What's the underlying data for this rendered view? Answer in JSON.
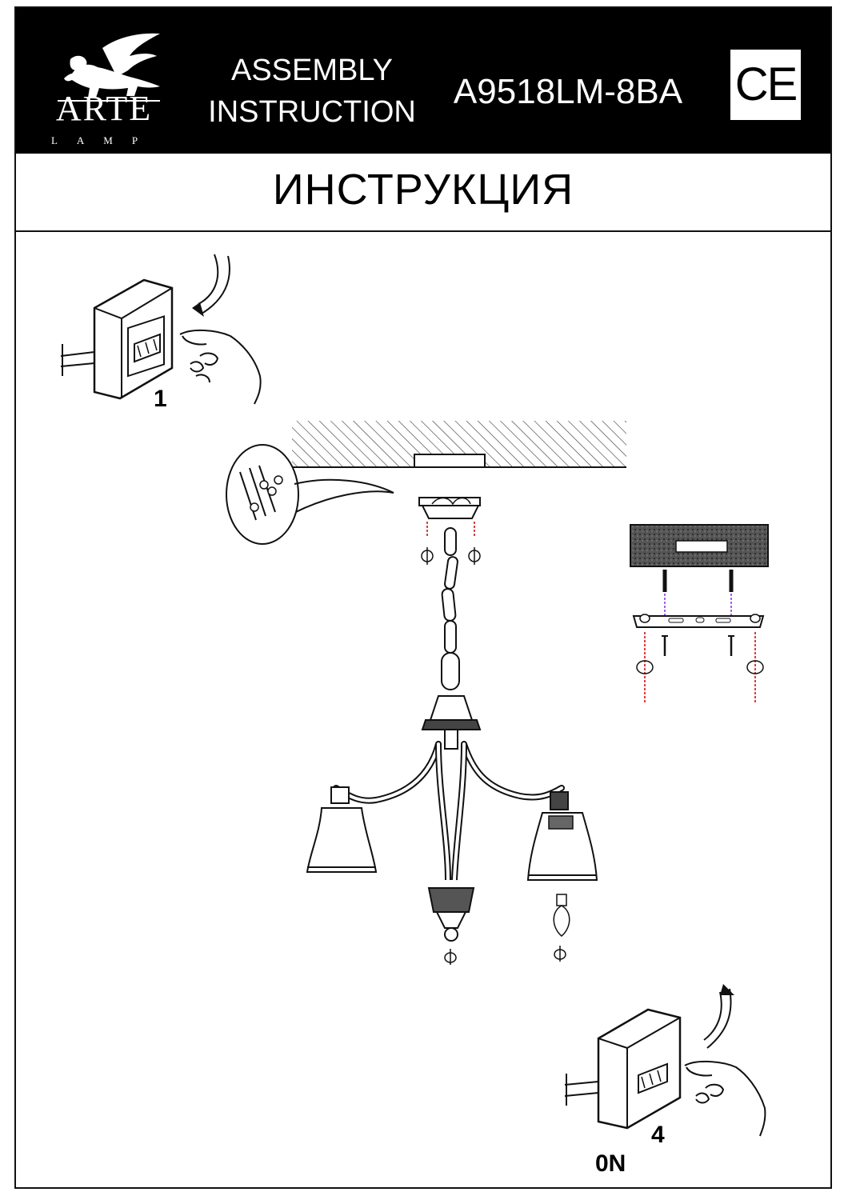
{
  "header": {
    "brand": "ARTE",
    "brand_sub": "LAMP",
    "assembly_line1": "ASSEMBLY",
    "assembly_line2": "INSTRUCTION",
    "model": "A9518LM-8BA",
    "ce_mark": "CE",
    "background": "#000000"
  },
  "title": "ИНСТРУКЦИЯ",
  "steps": {
    "step1": "1",
    "step4": "4",
    "on_label": "0N"
  },
  "icons": {
    "logo": "griffin-logo-icon",
    "switch_off": "wall-switch-icon",
    "switch_on": "wall-switch-icon",
    "chandelier": "chandelier-icon",
    "mounting_bracket": "mounting-bracket-icon",
    "bulb": "candle-bulb-icon"
  }
}
